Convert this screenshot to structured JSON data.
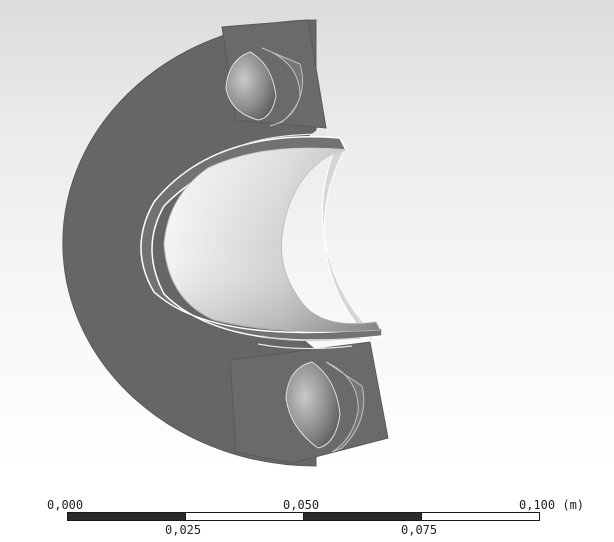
{
  "viewport": {
    "background": [
      "#dcdcdc",
      "#ffffff"
    ],
    "model": {
      "name": "bearing-half-section",
      "colors": {
        "body": "#666666",
        "body_edge": "#555555",
        "bore_light": "#f3f3f3",
        "bore_mid": "#b9b9b9",
        "bore_dark": "#7d7d7d",
        "ring": "#8a8a8a",
        "roller": "#7a7a7a",
        "highlight": "#ffffff"
      }
    }
  },
  "scale_bar": {
    "top_labels": [
      "0,000",
      "0,050",
      "0,100 (m)"
    ],
    "bottom_labels": [
      "0,025",
      "0,075"
    ],
    "segment_colors": [
      "#2b2b2b",
      "#ffffff",
      "#2b2b2b",
      "#ffffff"
    ]
  }
}
